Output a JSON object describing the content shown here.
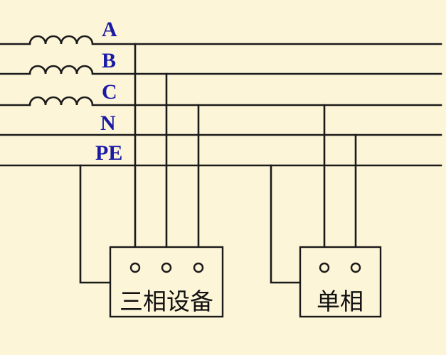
{
  "lines": {
    "a_label": "A",
    "b_label": "B",
    "c_label": "C",
    "n_label": "N",
    "pe_label": "PE"
  },
  "devices": {
    "three_phase_label": "三相设备",
    "single_phase_label": "单相"
  }
}
